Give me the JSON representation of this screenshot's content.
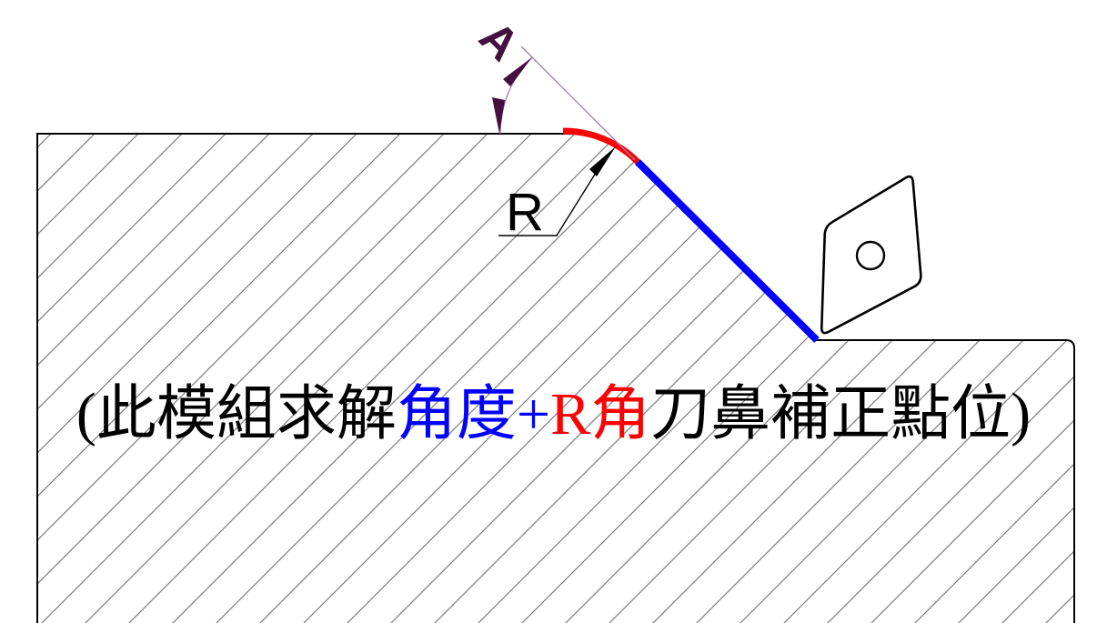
{
  "dimensions": {
    "angle_label": "A",
    "angle_label_color": "#431040",
    "radius_label": "R",
    "radius_label_color": "#000000"
  },
  "caption": {
    "full_text": "(此模組求解角度+R角刀鼻補正點位)",
    "segments": [
      {
        "text": "(此模組求解",
        "color": "#000000"
      },
      {
        "text": "角度+",
        "color": "#0000ff"
      },
      {
        "text": "R角",
        "color": "#ff0000"
      },
      {
        "text": "刀鼻補正點位)",
        "color": "#000000"
      }
    ]
  },
  "colors": {
    "fillet_highlight": "#ff0000",
    "chamfer_highlight": "#0000ff",
    "dimension_purple": "#431040",
    "dimension_line_purple": "#9a7fae",
    "hatch_gray": "#7f7f7f",
    "outline_black": "#000000",
    "background": "#ffffff"
  },
  "icons": {
    "tool_insert": "diamond-turning-insert-with-center-hole",
    "angle_arrows": "filled-cad-arrowheads",
    "radius_leader": "leader-line-with-arrowhead"
  }
}
